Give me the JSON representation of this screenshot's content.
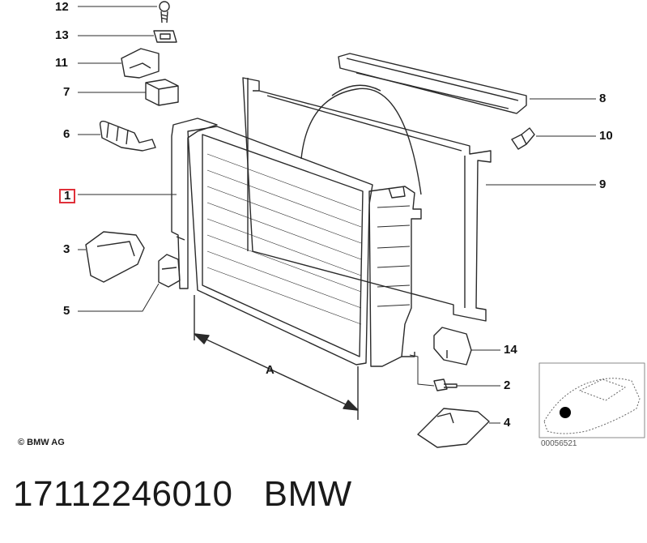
{
  "callouts": {
    "c12": "12",
    "c13": "13",
    "c11": "11",
    "c7": "7",
    "c6": "6",
    "c1": "1",
    "c3": "3",
    "c5": "5",
    "c8": "8",
    "c10": "10",
    "c9": "9",
    "c14": "14",
    "c2": "2",
    "c4": "4"
  },
  "dimension_label": "A",
  "copyright": "© BMW AG",
  "reference_number": "00056521",
  "footer": {
    "part_number": "17112246010",
    "brand": "BMW"
  },
  "colors": {
    "line": "#2a2a2a",
    "highlight": "#e0303a",
    "car_marker": "#000000"
  }
}
